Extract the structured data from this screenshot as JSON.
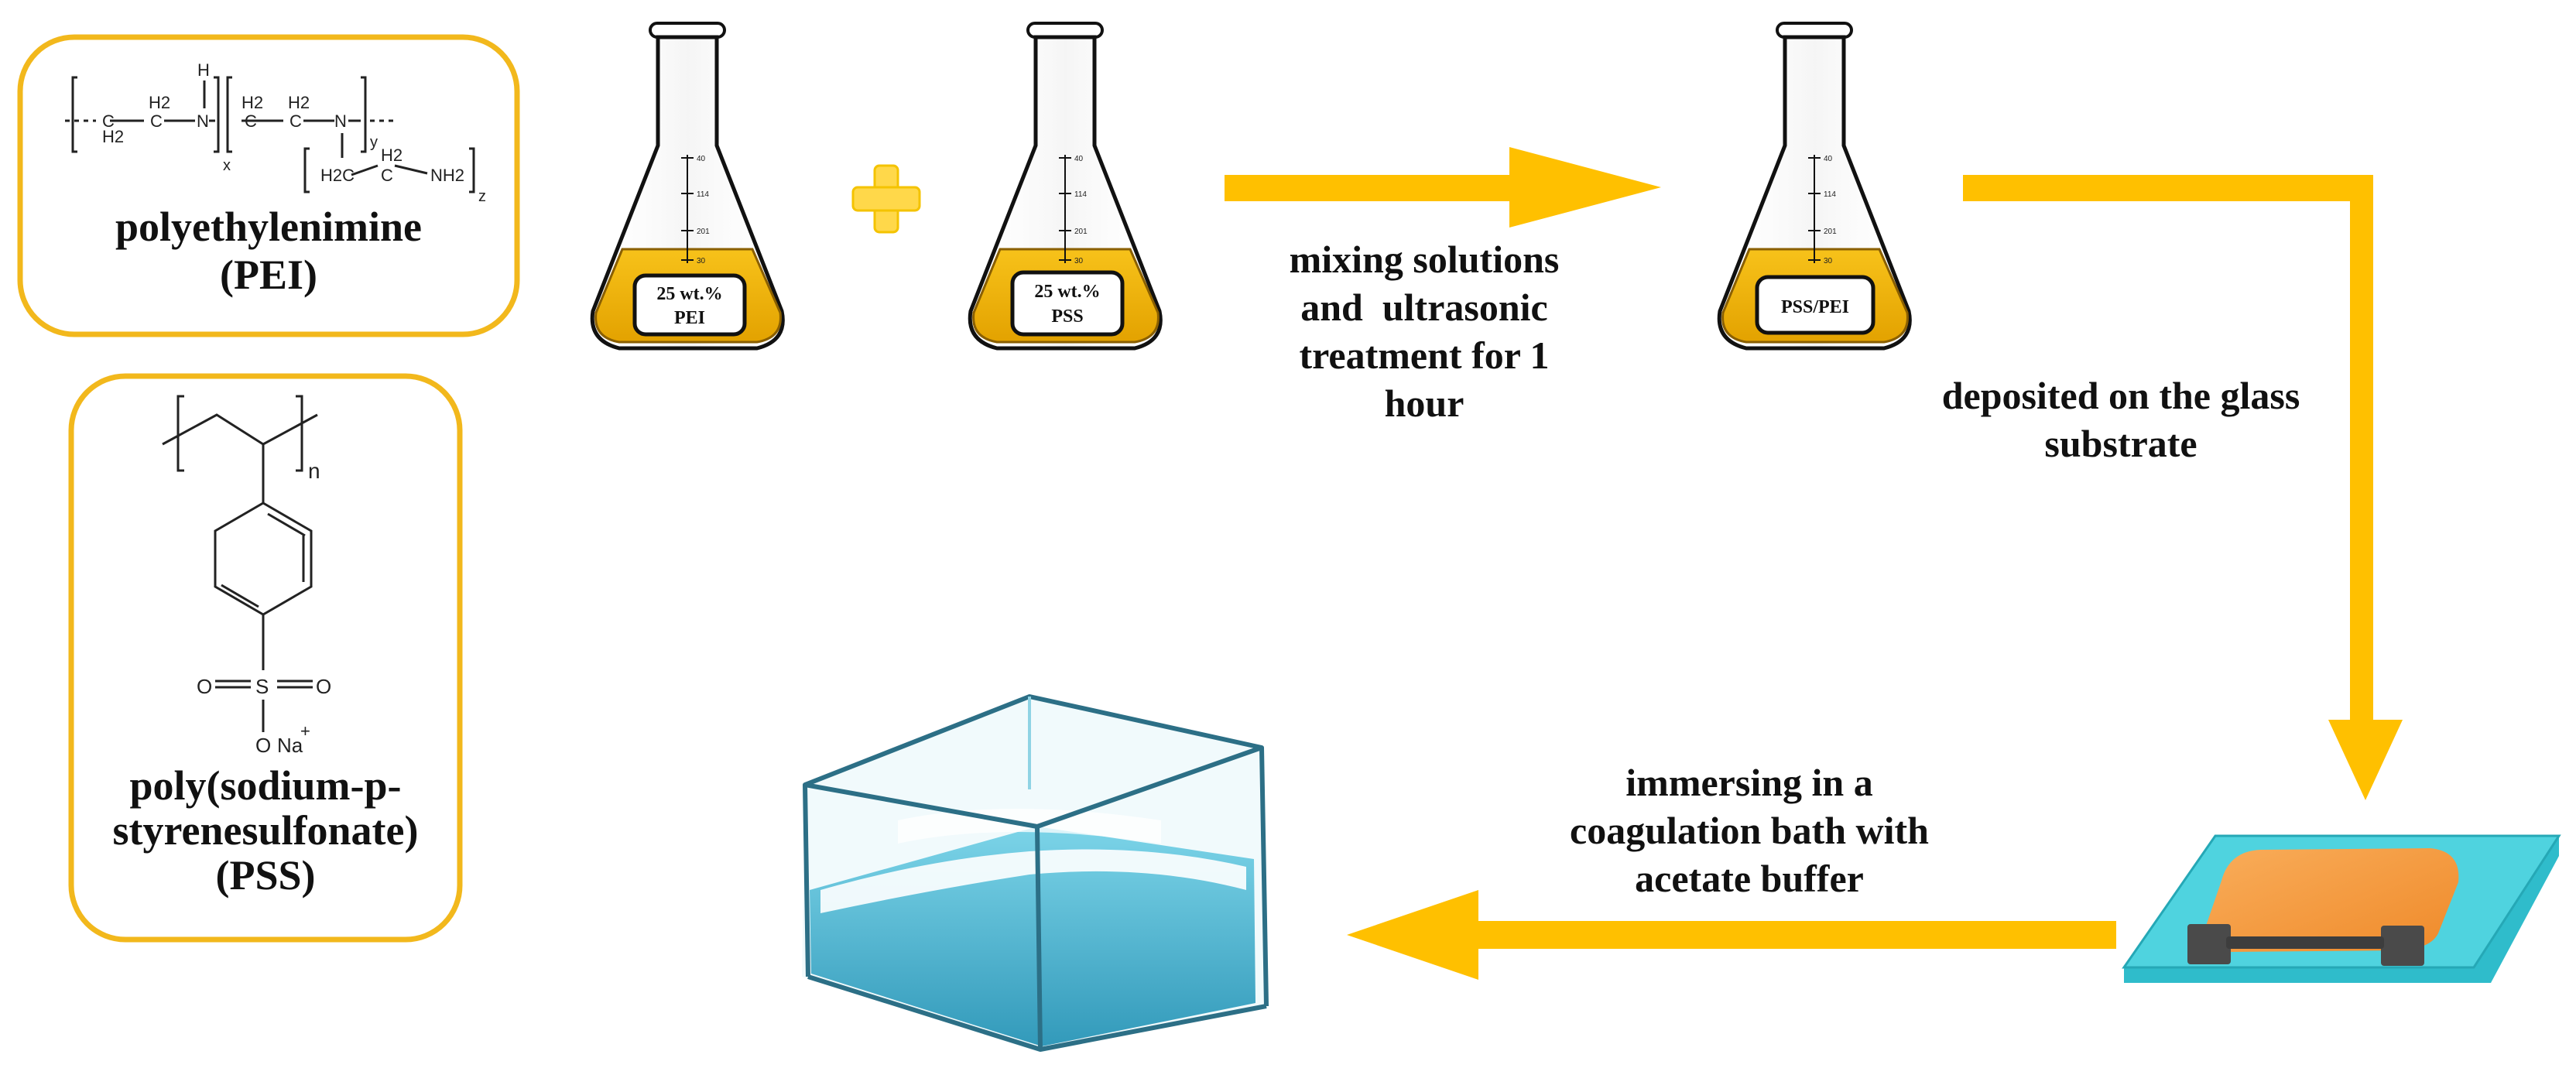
{
  "structures": {
    "pei": {
      "name_line1": "polyethylenimine",
      "name_line2": "(PEI)",
      "atoms": {
        "h": "H",
        "n": "N",
        "c": "C",
        "h2": "H2",
        "h2c": "H2C",
        "nh2": "NH2",
        "x": "x",
        "y": "y",
        "z": "z"
      }
    },
    "pss": {
      "name_line1": "poly(sodium-p-",
      "name_line2": "styrenesulfonate)",
      "name_line3": "(PSS)",
      "atoms": {
        "n": "n",
        "s": "S",
        "o": "O",
        "na": "Na",
        "plus": "+"
      }
    }
  },
  "flasks": [
    {
      "label_line1": "25 wt.%",
      "label_line2": "PEI"
    },
    {
      "label_line1": "25 wt.%",
      "label_line2": "PSS"
    },
    {
      "label_line1": "PSS/PEI",
      "label_line2": ""
    }
  ],
  "scale_ticks": [
    "40",
    "114",
    "201",
    "30"
  ],
  "steps": {
    "mixing": {
      "line1": "mixing solutions",
      "line2": "and  ultrasonic",
      "line3": "treatment for 1",
      "line4": "hour"
    },
    "deposit": {
      "line1": "deposited on the glass",
      "line2": "substrate"
    },
    "immerse": {
      "line1": "immersing in a",
      "line2": "coagulation bath with",
      "line3": "acetate buffer"
    }
  },
  "colors": {
    "accent": "#ffc000",
    "box_border": "#f2b81c",
    "liquid": "#f0b000",
    "substrate": "#4fd3df",
    "film": "#f79a3c",
    "electrode": "#4a4a4a",
    "water": "#35a9c8"
  }
}
